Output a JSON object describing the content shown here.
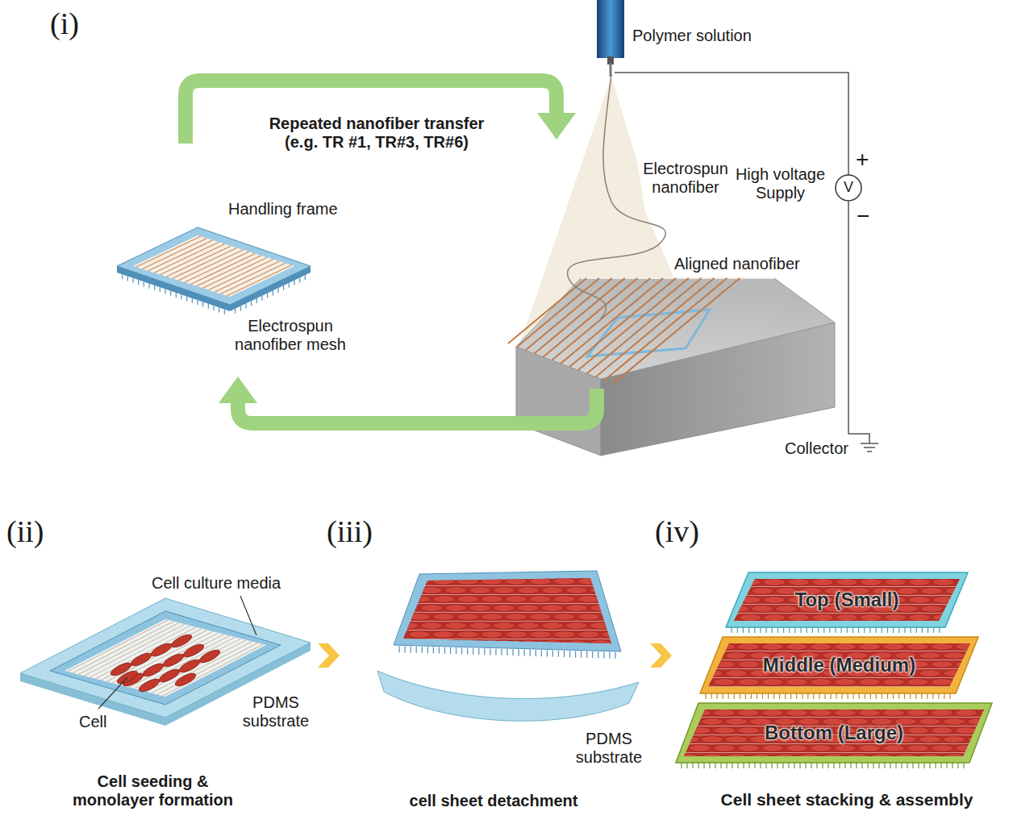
{
  "diagram": {
    "nodes": [
      {
        "text": [
          "Top (Small)"
        ]
      },
      {
        "text": [
          "Middle (Medium)"
        ]
      },
      {
        "text": [
          "Bottom (Large)"
        ]
      }
    ],
    "labels": [
      "(i)",
      "Polymer solution",
      "Repeated nanofiber transfer (e.g. TR #1, TR#3, TR#6)",
      "Electrospun nanofiber",
      "High voltage Supply",
      "V",
      "+",
      "−",
      "Handling frame",
      "Electrospun nanofiber mesh",
      "Aligned nanofiber",
      "Collector",
      "(ii)",
      "(iii)",
      "(iv)",
      "Cell culture media",
      "Cell",
      "PDMS substrate",
      "PDMS substrate",
      "Cell seeding & monolayer formation",
      "cell sheet detachment",
      "Cell sheet stacking & assembly"
    ]
  }
}
